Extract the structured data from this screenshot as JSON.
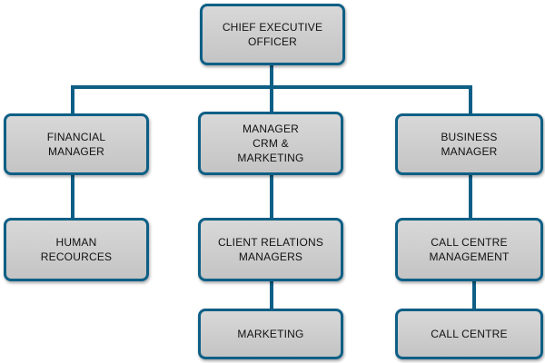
{
  "org_chart": {
    "colors": {
      "line": "#0e5f86",
      "box_border": "#0e5f86",
      "box_fill": "#c8c8c8",
      "text": "#111111"
    },
    "nodes": {
      "ceo": "CHIEF EXECUTIVE\nOFFICER",
      "financial_manager": "FINANCIAL\nMANAGER",
      "manager_crm": "MANAGER\nCRM &\nMARKETING",
      "business_manager": "BUSINESS\nMANAGER",
      "human_resources": "HUMAN\nRECOURCES",
      "client_relations": "CLIENT RELATIONS\nMANAGERS",
      "call_centre_management": "CALL CENTRE\nMANAGEMENT",
      "marketing": "MARKETING",
      "call_centre": "CALL CENTRE"
    }
  }
}
